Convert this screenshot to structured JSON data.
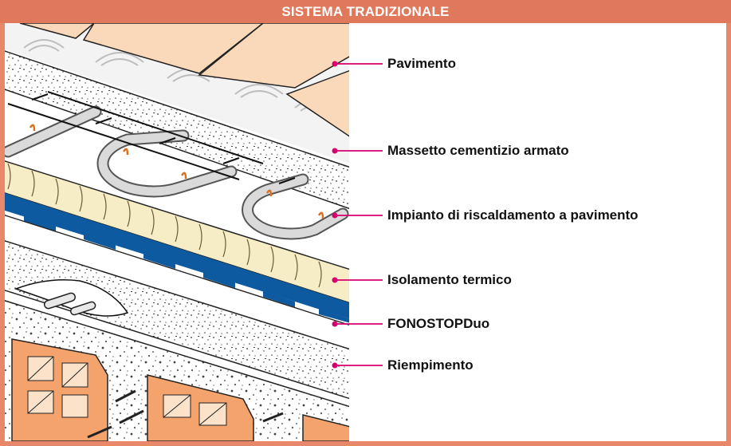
{
  "header": {
    "title": "SISTEMA TRADIZIONALE"
  },
  "colors": {
    "frame": "#e8876a",
    "title_bar": "#e0785c",
    "leader": "#d6006e",
    "tile": "#f9d9b9",
    "membrane": "#0d5aa0",
    "insulation": "#f6ecc6"
  },
  "labels": [
    "Pavimento",
    "Massetto cementizio armato",
    "Impianto di riscaldamento a pavimento",
    "Isolamento termico",
    "FONOSTOPDuo",
    "Riempimento"
  ]
}
